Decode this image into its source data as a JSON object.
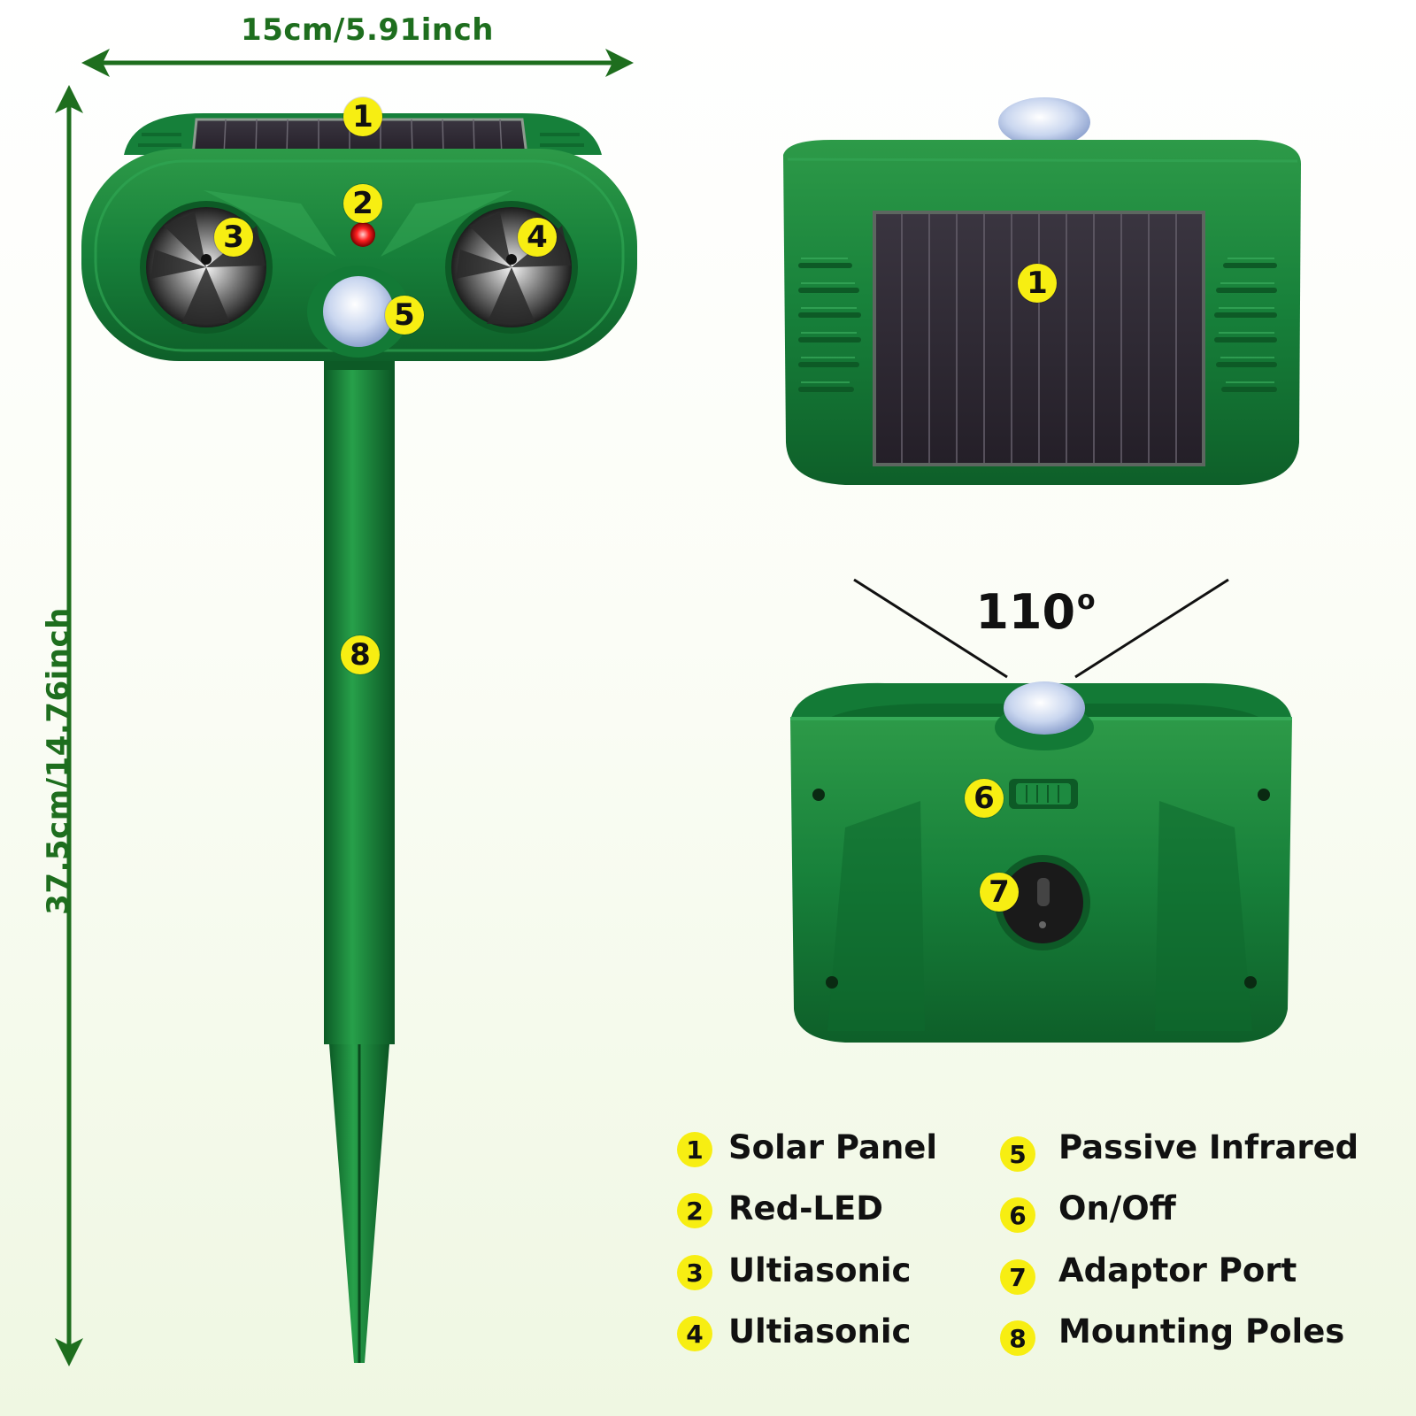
{
  "dimensions": {
    "width_label": "15cm/5.91inch",
    "height_label": "37.5cm/14.76inch"
  },
  "angle": {
    "value": "110",
    "unit": "o"
  },
  "callouts": {
    "n1": "1",
    "n2": "2",
    "n3": "3",
    "n4": "4",
    "n5": "5",
    "n6": "6",
    "n7": "7",
    "n8": "8"
  },
  "legend": [
    {
      "number": "1",
      "label": "Solar Panel"
    },
    {
      "number": "2",
      "label": "Red-LED"
    },
    {
      "number": "3",
      "label": "Ultiasonic"
    },
    {
      "number": "4",
      "label": "Ultiasonic"
    },
    {
      "number": "5",
      "label": "Passive Infrared"
    },
    {
      "number": "6",
      "label": "On/Off"
    },
    {
      "number": "7",
      "label": "Adaptor Port"
    },
    {
      "number": "8",
      "label": "Mounting Poles"
    }
  ],
  "colors": {
    "device_green": "#1f8a3a",
    "dimension_green": "#1e6e1e",
    "badge_yellow": "#f7ee12"
  }
}
